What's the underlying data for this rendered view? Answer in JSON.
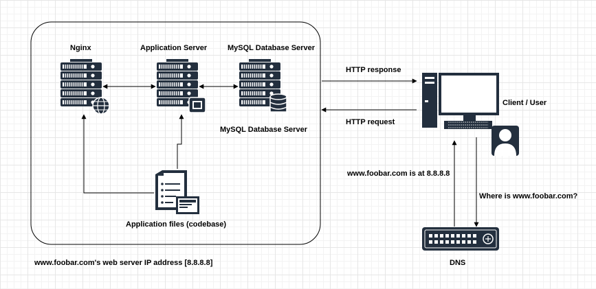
{
  "labels": {
    "nginx": "Nginx",
    "app_server": "Application Server",
    "mysql_server_top": "MySQL Database Server",
    "mysql_server_bottom": "MySQL Database Server",
    "app_files": "Application files (codebase)",
    "http_response": "HTTP response",
    "http_request": "HTTP request",
    "client_user": "Client / User",
    "dns_answer": "www.foobar.com is at 8.8.8.8",
    "dns_question": "Where is www.foobar.com?",
    "dns": "DNS",
    "web_server_ip": "www.foobar.com's web server IP address [8.8.8.8]"
  },
  "colors": {
    "icon_dark": "#232f3e",
    "icon_stripe": "#ffffff",
    "line": "#000000"
  },
  "icons": [
    "server-icon",
    "globe-icon",
    "window-icon",
    "database-icon",
    "documents-icon",
    "envelope-icon",
    "computer-icon",
    "user-icon",
    "network-switch-icon"
  ]
}
